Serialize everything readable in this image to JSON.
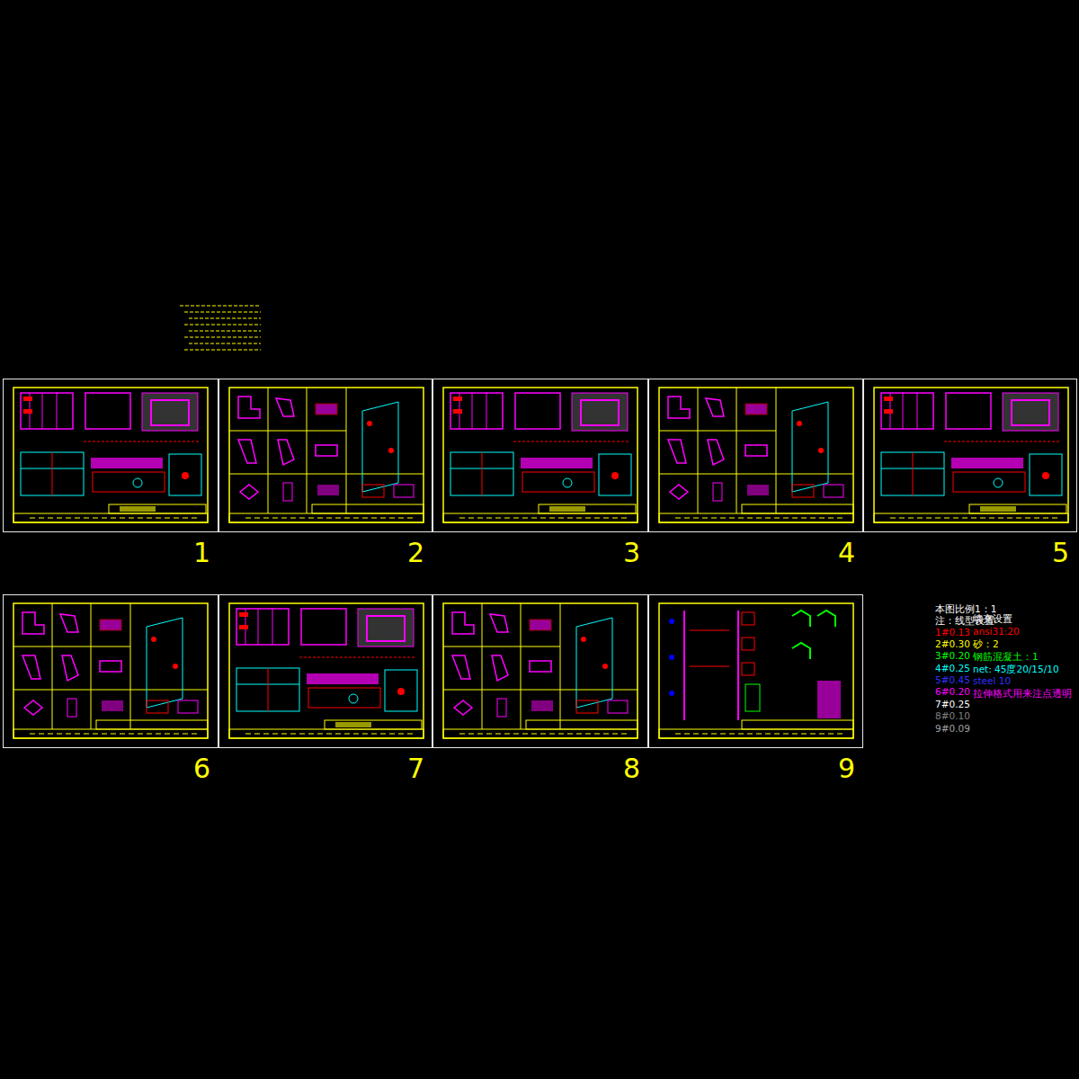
{
  "diagram": {
    "nodes": [
      {
        "text": [
          "1"
        ]
      },
      {
        "text": [
          "2"
        ]
      },
      {
        "text": [
          "3"
        ]
      },
      {
        "text": [
          "4"
        ]
      },
      {
        "text": [
          "5"
        ]
      },
      {
        "text": [
          "6"
        ]
      },
      {
        "text": [
          "7"
        ]
      },
      {
        "text": [
          "8"
        ]
      },
      {
        "text": [
          "9"
        ]
      }
    ],
    "labels": [
      "本图比例1：1",
      "注：线型设置",
      "填充设置",
      "1#0.13",
      "ansi31:20",
      "2#0.30",
      "砂：2",
      "3#0.20",
      "钢筋混凝土：1",
      "4#0.25",
      "net: 45度20/15/10",
      "5#0.45",
      "steel 10",
      "6#0.20",
      "拉伸格式用来注点透明",
      "7#0.25",
      "8#0.10",
      "9#0.09"
    ]
  }
}
